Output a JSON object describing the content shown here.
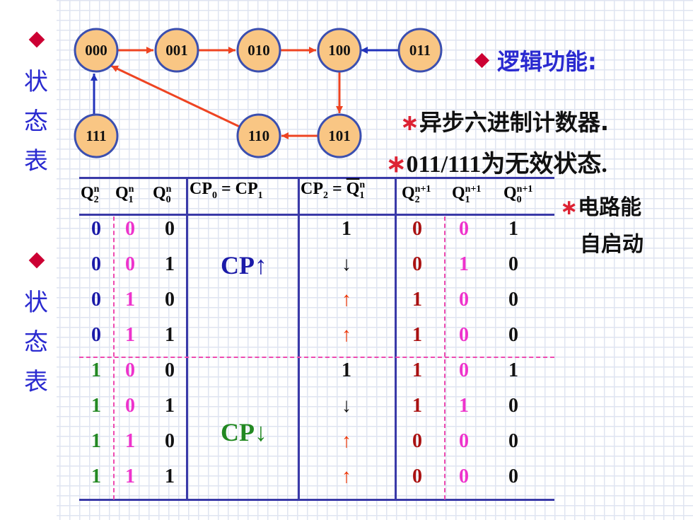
{
  "left_labels": [
    {
      "text": [
        "状",
        "态",
        "表"
      ]
    },
    {
      "text": [
        "状",
        "态",
        "表"
      ]
    }
  ],
  "state_diagram": {
    "nodes": [
      "000",
      "001",
      "010",
      "100",
      "011",
      "111",
      "110",
      "101"
    ],
    "colors": {
      "node_fill": "#f9c684",
      "node_stroke": "#3b4fb0",
      "red_edge": "#ee4422",
      "blue_edge": "#2233bb"
    }
  },
  "right_text": {
    "logic_label": "逻辑功能:",
    "line1": "异步六进制计数器.",
    "line2": "011/111为无效状态.",
    "line3": "电路能",
    "line4": "自启动",
    "bullet": "∗"
  },
  "table": {
    "headers": {
      "q2": "Q",
      "q2_sub": "2",
      "q2_sup": "n",
      "q1": "Q",
      "q1_sub": "1",
      "q1_sup": "n",
      "q0": "Q",
      "q0_sub": "0",
      "q0_sup": "n",
      "cp01": "CP",
      "cp01_sub0": "0",
      "cp01_eq": " = CP",
      "cp01_sub1": "1",
      "cp2": "CP",
      "cp2_sub": "2",
      "cp2_eq": " = ",
      "cp2_q": "Q",
      "cp2_qsub": "1",
      "cp2_qsup": "n",
      "nq2": "Q",
      "nq2_sub": "2",
      "nq2_sup": "n+1",
      "nq1": "Q",
      "nq1_sub": "1",
      "nq1_sup": "n+1",
      "nq0": "Q",
      "nq0_sub": "0",
      "nq0_sup": "n+1"
    },
    "cp_group1": "CP↑",
    "cp_group2": "CP↓",
    "rows": [
      {
        "q2": "0",
        "q1": "0",
        "q0": "0",
        "cp2": "1",
        "n2": "0",
        "n1": "0",
        "n0": "1"
      },
      {
        "q2": "0",
        "q1": "0",
        "q0": "1",
        "cp2": "↓",
        "n2": "0",
        "n1": "1",
        "n0": "0"
      },
      {
        "q2": "0",
        "q1": "1",
        "q0": "0",
        "cp2": "↑",
        "n2": "1",
        "n1": "0",
        "n0": "0"
      },
      {
        "q2": "0",
        "q1": "1",
        "q0": "1",
        "cp2": "↑",
        "n2": "1",
        "n1": "0",
        "n0": "0"
      },
      {
        "q2": "1",
        "q1": "0",
        "q0": "0",
        "cp2": "1",
        "n2": "1",
        "n1": "0",
        "n0": "1"
      },
      {
        "q2": "1",
        "q1": "0",
        "q0": "1",
        "cp2": "↓",
        "n2": "1",
        "n1": "1",
        "n0": "0"
      },
      {
        "q2": "1",
        "q1": "1",
        "q0": "0",
        "cp2": "↑",
        "n2": "0",
        "n1": "0",
        "n0": "0"
      },
      {
        "q2": "1",
        "q1": "1",
        "q0": "1",
        "cp2": "↑",
        "n2": "0",
        "n1": "0",
        "n0": "0"
      }
    ],
    "colors": {
      "blue": "#1a1aa8",
      "pink": "#ee33cc",
      "black": "#111111",
      "green": "#228822",
      "red": "#ee3300",
      "darkred": "#aa1111"
    }
  }
}
